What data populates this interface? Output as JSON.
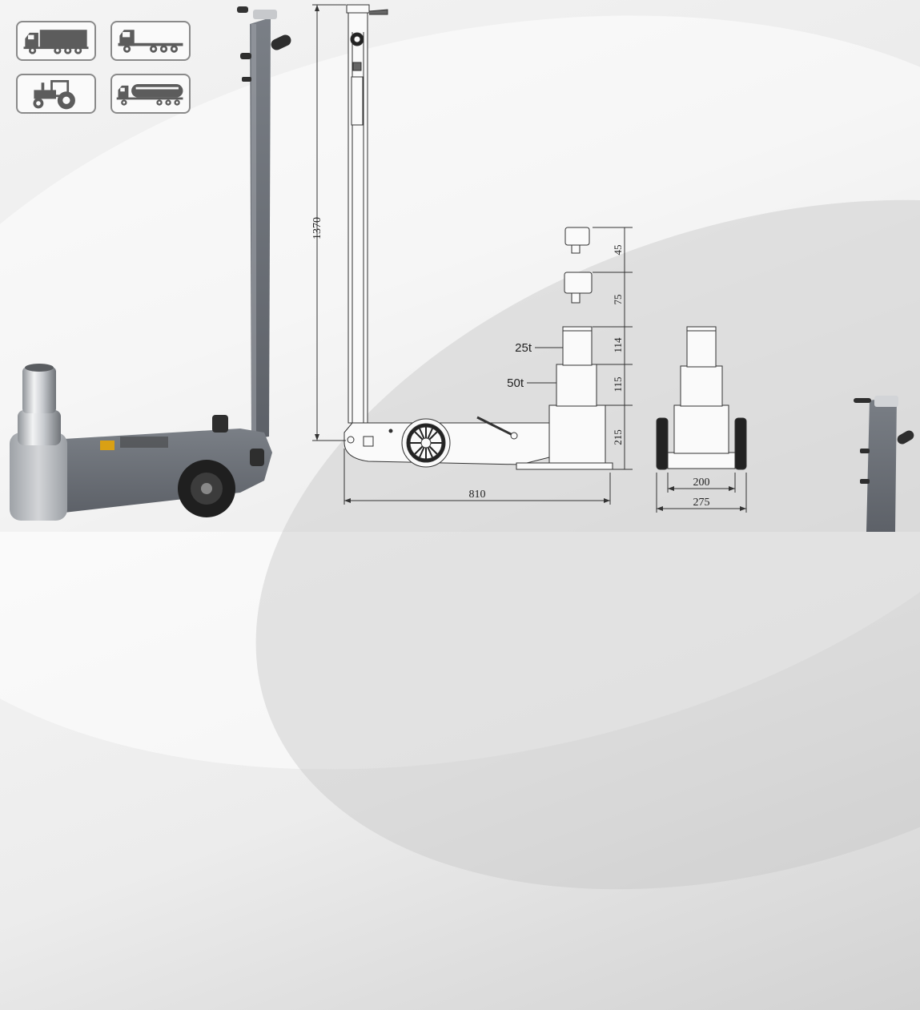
{
  "vehicle_icons": [
    {
      "icon": "truck-icon"
    },
    {
      "icon": "flatbed-truck-icon"
    },
    {
      "icon": "tractor-icon"
    },
    {
      "icon": "tanker-truck-icon"
    }
  ],
  "dimensions": {
    "overall_height": "1370",
    "length": "810",
    "base_width_inner": "200",
    "base_width_outer": "275",
    "extension_short": "45",
    "extension_long": "75",
    "stage1_height": "114",
    "stage2_height": "115",
    "base_height": "215"
  },
  "stage_labels": {
    "stage1": "25t",
    "stage2": "50t"
  },
  "colors": {
    "jack_body": "#6e737b",
    "jack_light": "#b9bcc0",
    "drawing_line": "#333333",
    "icon_border": "#8a8a8a"
  }
}
